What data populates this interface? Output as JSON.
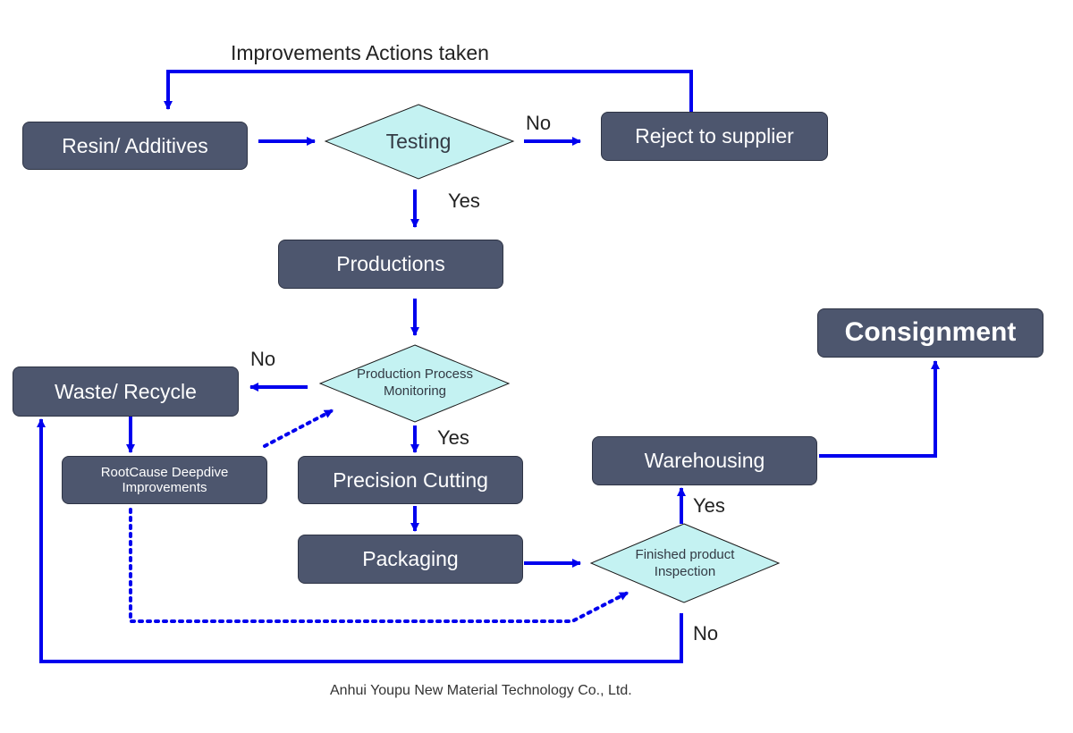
{
  "nodes": {
    "resin": "Resin/ Additives",
    "testing": "Testing",
    "reject": "Reject to supplier",
    "productions": "Productions",
    "ppm_line1": "Production Process",
    "ppm_line2": "Monitoring",
    "waste": "Waste/ Recycle",
    "rootcause_line1": "RootCause Deepdive",
    "rootcause_line2": "Improvements",
    "precision": "Precision Cutting",
    "packaging": "Packaging",
    "fpi_line1": "Finished product",
    "fpi_line2": "Inspection",
    "warehousing": "Warehousing",
    "consignment": "Consignment"
  },
  "labels": {
    "improvements": "Improvements Actions taken",
    "no_testing": "No",
    "yes_testing": "Yes",
    "no_ppm": "No",
    "yes_ppm": "Yes",
    "yes_fpi": "Yes",
    "no_fpi": "No"
  },
  "footer": "Anhui Youpu New Material Technology Co., Ltd.",
  "colors": {
    "box_fill": "#4d566e",
    "diamond_fill": "#c4f2f2",
    "arrow": "#0000ee"
  }
}
